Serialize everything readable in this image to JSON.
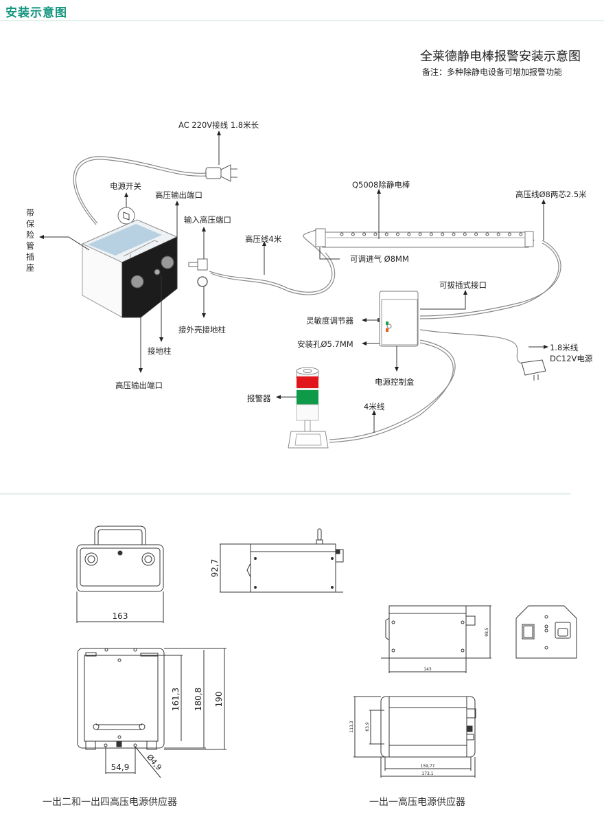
{
  "header": {
    "title": "安装示意图",
    "accent": "#14957f"
  },
  "diagram": {
    "title": "全莱德静电棒报警安装示意图",
    "note": "备注：多种除静电设备可增加报警功能",
    "labels": {
      "ac_cable": "AC 220V接线  1.8米长",
      "power_switch": "电源开关",
      "hv_out_top": "高压输出端口",
      "fuse_socket": "带保险管插座",
      "hv_input": "输入高压端口",
      "hv_cable_4m": "高压线4米",
      "shell_ground": "接外壳接地柱",
      "ground_post": "接地柱",
      "hv_out_bottom": "高压输出端口",
      "ion_bar": "Q5008除静电棒",
      "hv_cable_8": "高压线Ø8两芯2.5米",
      "air_inlet": "可调进气 Ø8MM",
      "pluggable_port": "可拔插式接口",
      "sensitivity": "灵敏度调节器",
      "mount_hole": "安装孔Ø5.7MM",
      "power_box": "电源控制盒",
      "dc_cable": "1.8米线",
      "dc_supply": "DC12V电源",
      "alarm": "报警器",
      "cable_4m": "4米线"
    },
    "alarm_colors": {
      "red": "#e0161b",
      "green": "#0f9a4a"
    }
  },
  "drawings": {
    "left": {
      "width_front": "163",
      "height_side": "92,7",
      "dim_1": "161,3",
      "dim_2": "180,8",
      "dim_3": "190",
      "hole_spacing": "54,9",
      "hole_dia": "Ø4,9",
      "caption": "一出二和一出四高压电源供应器"
    },
    "right": {
      "width_side": "143",
      "height_side": "98,5",
      "dim_h1": "113,3",
      "dim_h2": "63,9",
      "dim_w1": "159,77",
      "dim_w2": "173,1",
      "caption": "一出一高压电源供应器"
    }
  }
}
